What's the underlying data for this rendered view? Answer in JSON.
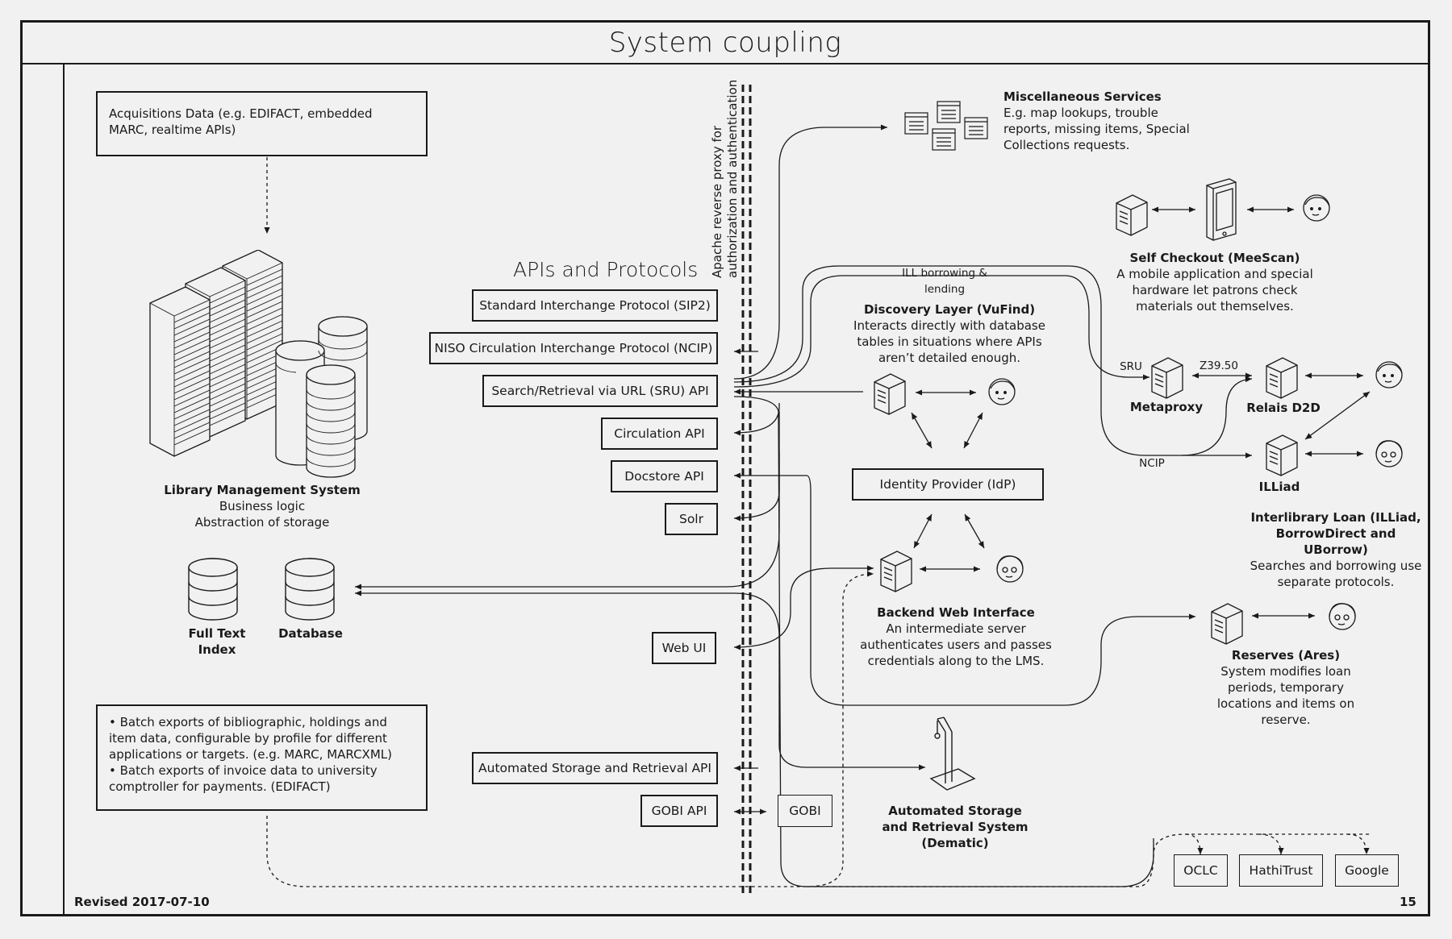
{
  "title": "System coupling",
  "footer": {
    "revised": "Revised 2017-07-10",
    "page": "15"
  },
  "proxy_label": [
    "Apache reverse proxy for",
    "authorization and authentication"
  ],
  "apis_heading": "APIs and Protocols",
  "acquisitions": "Acquisitions Data (e.g. EDIFACT, embedded MARC, realtime APIs)",
  "lms": {
    "title": "Library Management System",
    "line1": "Business logic",
    "line2": "Abstraction of storage"
  },
  "fulltext_label": "Full Text Index",
  "database_label": "Database",
  "batch": {
    "line1": "• Batch exports of bibliographic, holdings and item data, configurable by profile for different applications or targets. (e.g. MARC, MARCXML)",
    "line2": "• Batch exports of invoice data to university comptroller for payments. (EDIFACT)"
  },
  "apis": {
    "sip2": "Standard Interchange Protocol (SIP2)",
    "ncip": "NISO Circulation Interchange Protocol (NCIP)",
    "sru": "Search/Retrieval via URL (SRU) API",
    "circ": "Circulation API",
    "docstore": "Docstore API",
    "solr": "Solr",
    "webui": "Web UI",
    "asrs": "Automated Storage and Retrieval API",
    "gobi_api": "GOBI API",
    "gobi": "GOBI"
  },
  "misc": {
    "title": "Miscellaneous Services",
    "body": "E.g. map lookups, trouble reports, missing items, Special Collections requests."
  },
  "selfcheckout": {
    "title": "Self Checkout (MeeScan)",
    "body": "A mobile application and special hardware let patrons check materials out themselves."
  },
  "ill_label": "ILL borrowing & lending",
  "discovery": {
    "title": "Discovery Layer (VuFind)",
    "body": "Interacts directly with database tables in situations where APIs aren’t detailed enough."
  },
  "idp": "Identity Provider (IdP)",
  "backend": {
    "title": "Backend Web Interface",
    "body": "An intermediate server authenticates users and passes credentials along to the LMS."
  },
  "metaproxy": {
    "title": "Metaproxy",
    "sru": "SRU",
    "z3950": "Z39.50"
  },
  "relais": "Relais D2D",
  "illiad": "ILLiad",
  "ncip_label": "NCIP",
  "ill": {
    "title": "Interlibrary Loan (ILLiad, BorrowDirect and UBorrow)",
    "body": "Searches and borrowing use separate protocols."
  },
  "reserves": {
    "title": "Reserves (Ares)",
    "body": "System modifies loan periods, temporary locations and items on reserve."
  },
  "asrs_system": {
    "title": "Automated Storage and Retrieval System (Dematic)"
  },
  "external": {
    "oclc": "OCLC",
    "hathi": "HathiTrust",
    "google": "Google"
  }
}
